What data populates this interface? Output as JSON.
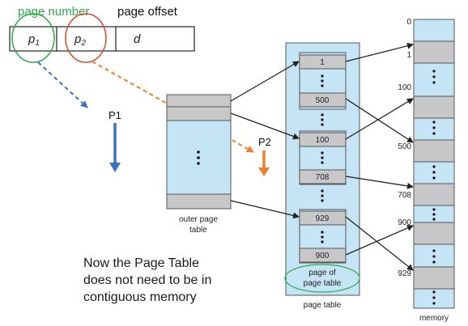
{
  "address": {
    "page_number_label": "page number",
    "page_offset_label": "page offset",
    "p1": "p",
    "p1_sub": "1",
    "p2": "p",
    "p2_sub": "2",
    "offset": "d"
  },
  "arrows": {
    "p1_label": "P1",
    "p2_label": "P2"
  },
  "outer_table": {
    "dots": "•\n•\n•",
    "caption_line1": "outer page",
    "caption_line2": "table"
  },
  "page_table": {
    "entries": [
      "1",
      "500",
      "100",
      "708",
      "929",
      "900"
    ],
    "inner_label_line1": "page of",
    "inner_label_line2": "page table",
    "caption": "page table"
  },
  "memory": {
    "addresses": [
      "0",
      "1",
      "100",
      "500",
      "708",
      "900",
      "929"
    ],
    "caption": "memory"
  },
  "note": {
    "line1": "Now the Page Table",
    "line2": "does not need to be in",
    "line3": "contiguous memory"
  },
  "colors": {
    "green": "#2ea84a",
    "red": "#d9472b",
    "blue": "#3d6fc4",
    "orange": "#ee7d2d",
    "light_blue": "#c5e4f5",
    "gray": "#c8c8c8"
  }
}
